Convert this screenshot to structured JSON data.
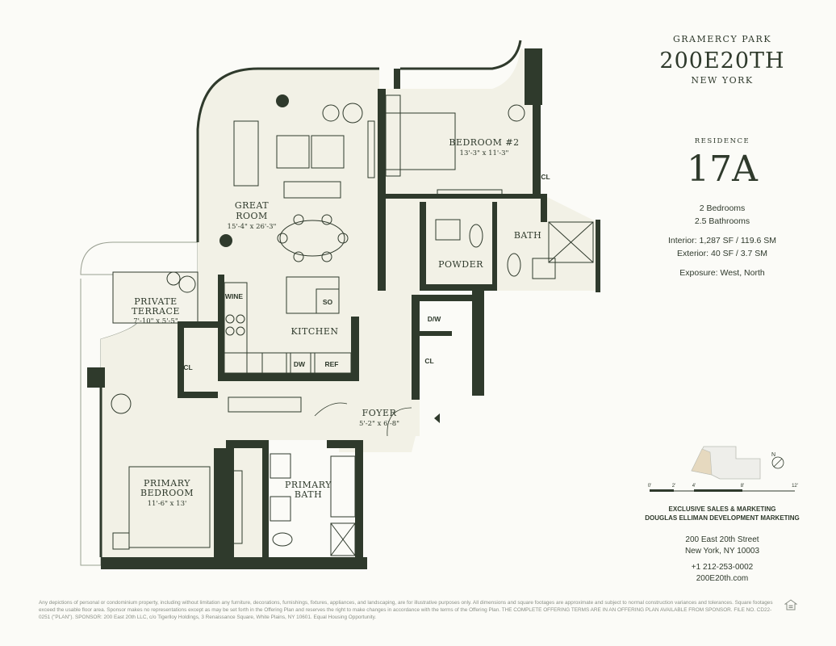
{
  "building": {
    "top": "GRAMERCY PARK",
    "brand": "200E20TH",
    "bottom": "NEW YORK"
  },
  "residence": {
    "label": "RESIDENCE",
    "number": "17A",
    "bedrooms": "2 Bedrooms",
    "bathrooms": "2.5 Bathrooms",
    "interior": "Interior: 1,287 SF / 119.6 SM",
    "exterior": "Exterior: 40 SF / 3.7 SM",
    "exposure": "Exposure: West, North"
  },
  "rooms": {
    "great_room": {
      "name_line1": "GREAT",
      "name_line2": "ROOM",
      "dims": "15'-4\" x 26'-3\""
    },
    "bedroom2": {
      "name": "BEDROOM #2",
      "dims": "13'-3\" x 11'-3\""
    },
    "bath": {
      "name": "BATH"
    },
    "powder": {
      "name": "POWDER"
    },
    "terrace": {
      "name_line1": "PRIVATE",
      "name_line2": "TERRACE",
      "dims": "7'-10\" x 5'-5\""
    },
    "kitchen": {
      "name": "KITCHEN"
    },
    "foyer": {
      "name": "FOYER",
      "dims": "5'-2\" x 6'-8\""
    },
    "primary_bedroom": {
      "name_line1": "PRIMARY",
      "name_line2": "BEDROOM",
      "dims": "11'-6\" x 13'"
    },
    "primary_bath": {
      "name_line1": "PRIMARY",
      "name_line2": "BATH"
    }
  },
  "fixtures": {
    "wine": "WINE",
    "so": "SO",
    "dw": "DW",
    "ref": "REF",
    "dw2": "D/W",
    "cl": "CL"
  },
  "scale": {
    "ticks": [
      "0'",
      "2'",
      "4'",
      "8'",
      "12'"
    ]
  },
  "compass": {
    "label": "N"
  },
  "sales": {
    "line1": "EXCLUSIVE SALES & MARKETING",
    "line2": "DOUGLAS ELLIMAN DEVELOPMENT MARKETING"
  },
  "address": {
    "line1": "200 East 20th Street",
    "line2": "New York, NY 10003"
  },
  "contact": {
    "phone": "+1 212-253-0002",
    "web": "200E20th.com"
  },
  "disclaimer": "Any depictions of personal or condominium property, including without limitation any furniture, decorations, furnishings, fixtures, appliances, and landscaping, are for illustrative purposes only. All dimensions and square footages are approximate and subject to normal construction variances and tolerances. Square footages exceed the usable floor area. Sponsor makes no representations except as may be set forth in the Offering Plan and reserves the right to make changes in accordance with the terms of the Offering Plan. THE COMPLETE OFFERING TERMS ARE IN AN OFFERING PLAN AVAILABLE FROM SPONSOR. FILE NO. CD22-0251 (\"PLAN\"). SPONSOR: 200 East 20th LLC, c/o Tigerlloy Holdings, 3 Renaissance Square, White Plains, NY 10601. Equal Housing Opportunity.",
  "colors": {
    "wall": "#2f3a2c",
    "floor": "#f2f1e6",
    "background": "#fbfbf7",
    "key_highlight": "#e6d9bf"
  }
}
